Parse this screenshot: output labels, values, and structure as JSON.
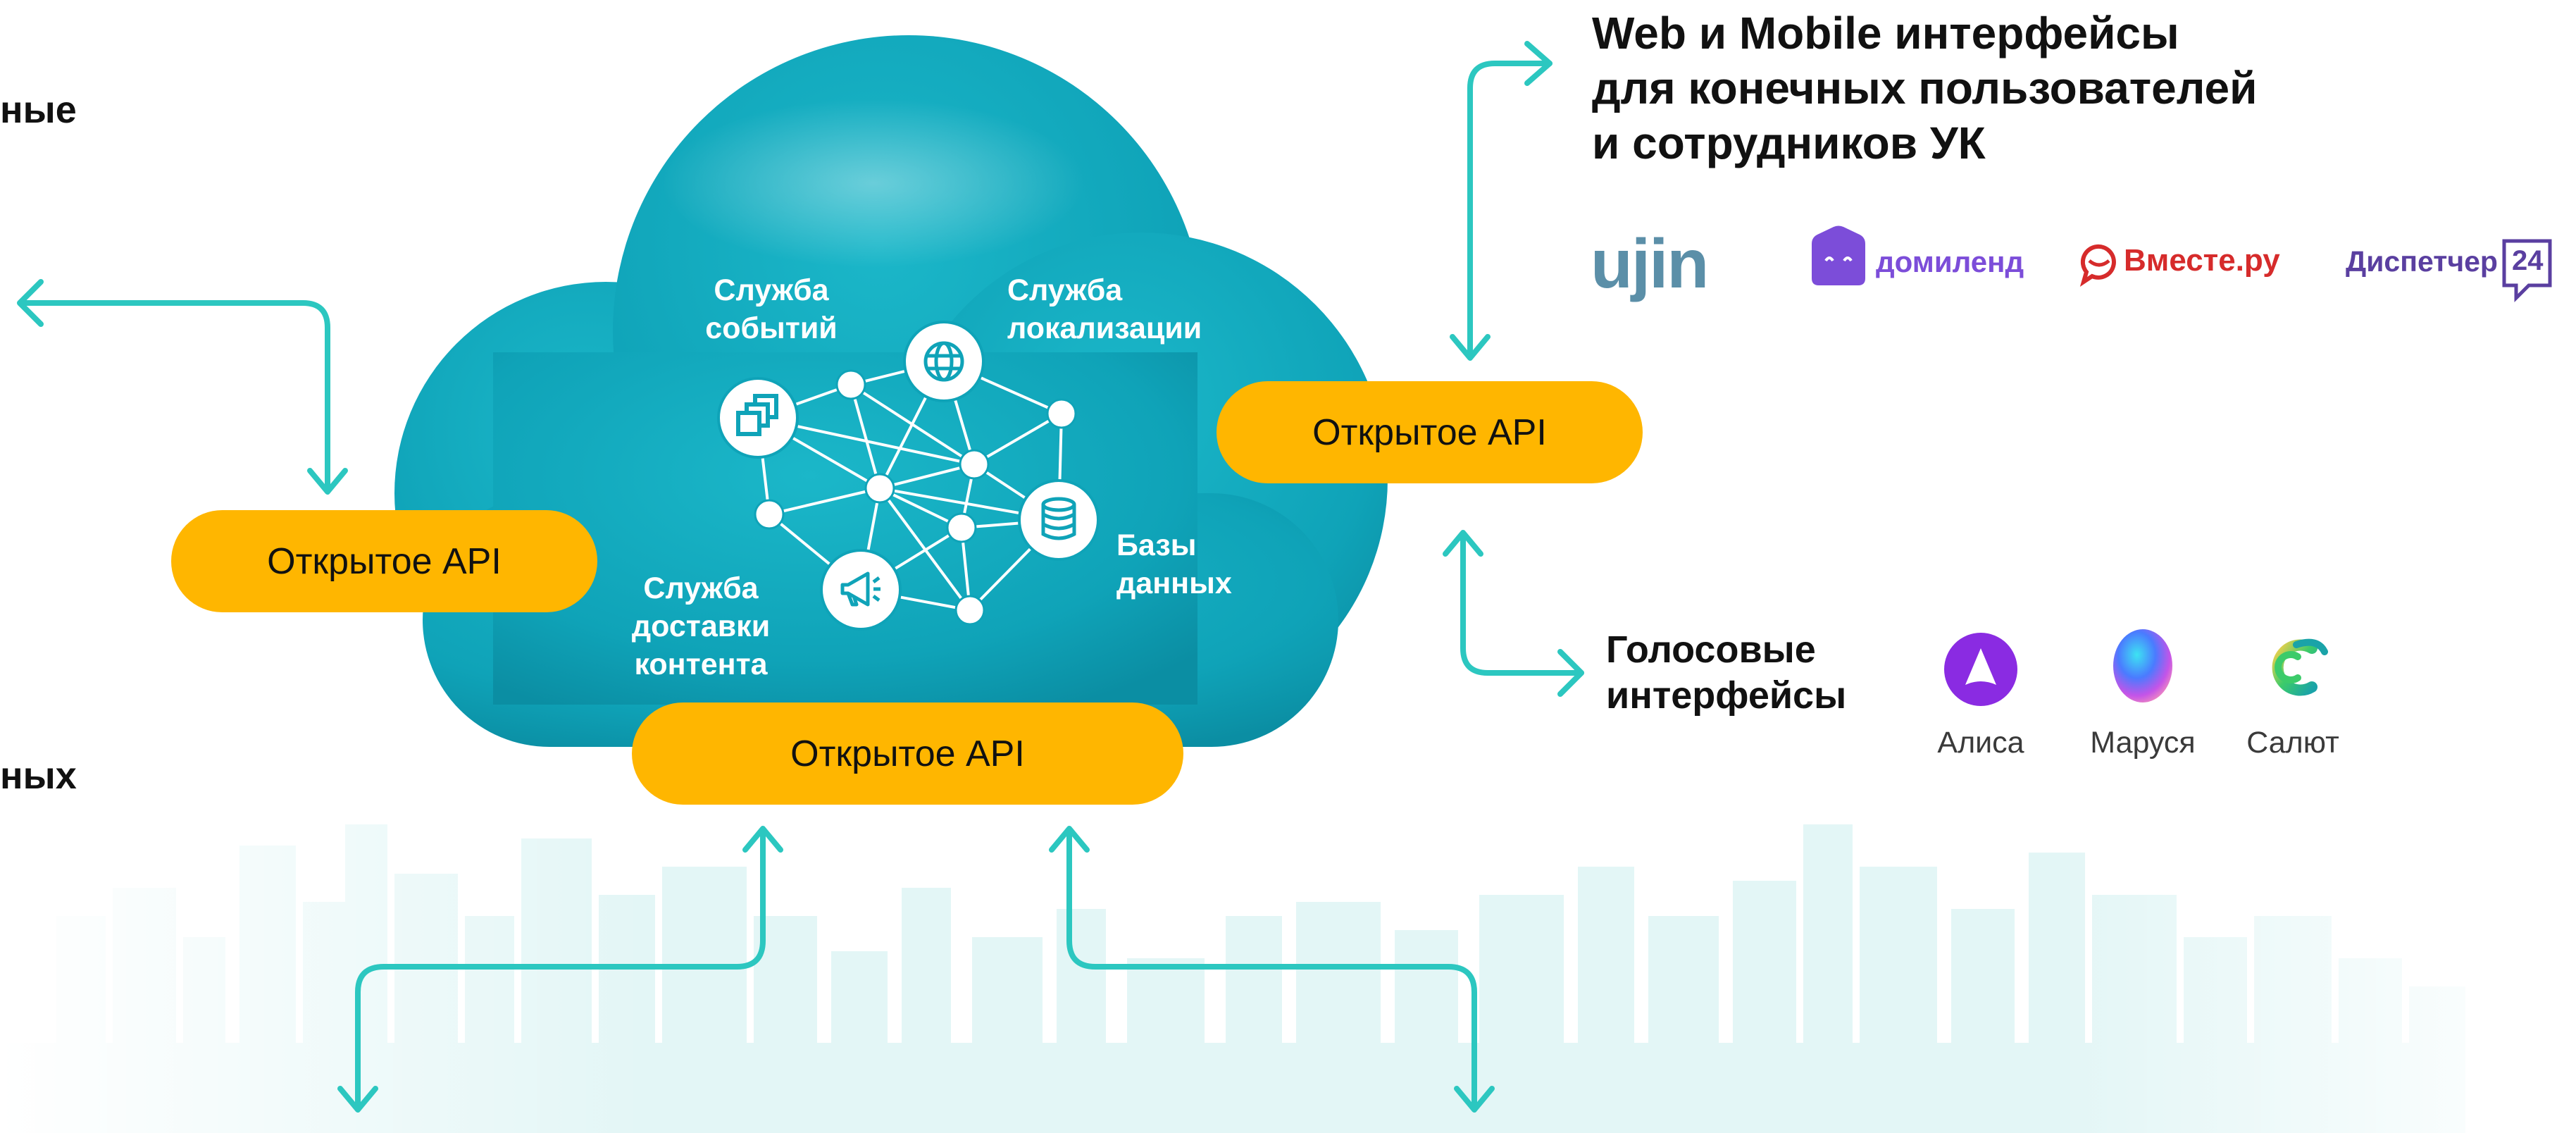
{
  "left_texts": {
    "top_fragment": "ные",
    "bottom_fragment": "ных"
  },
  "cloud": {
    "services": [
      {
        "id": "events",
        "label_lines": [
          "Служба",
          "событий"
        ],
        "icon": "copy-icon"
      },
      {
        "id": "localization",
        "label_lines": [
          "Служба",
          "локализации"
        ],
        "icon": "globe-icon"
      },
      {
        "id": "databases",
        "label_lines": [
          "Базы",
          "данных"
        ],
        "icon": "database-icon"
      },
      {
        "id": "delivery",
        "label_lines": [
          "Служба",
          "доставки",
          "контента"
        ],
        "icon": "megaphone-icon"
      }
    ]
  },
  "api": {
    "left": "Открытое API",
    "bottom": "Открытое API",
    "right": "Открытое API"
  },
  "web_mobile": {
    "title_lines": [
      "Web и Mobile интерфейсы",
      "для конечных пользователей",
      "и сотрудников УК"
    ]
  },
  "logos": {
    "ujin": "ujin",
    "domilend": "домиленд",
    "vmeste": "Вместе.ру",
    "dispatcher": "Диспетчер",
    "dispatcher_badge": "24"
  },
  "voice": {
    "title_lines": [
      "Голосовые",
      "интерфейсы"
    ],
    "assistants": [
      {
        "name": "Алиса",
        "icon": "alice-icon"
      },
      {
        "name": "Маруся",
        "icon": "marusya-icon"
      },
      {
        "name": "Салют",
        "icon": "salut-icon"
      }
    ]
  },
  "colors": {
    "cloud": "#0FA3B8",
    "api": "#FFB600",
    "arrow": "#2CC7C0",
    "skyline": "#E6F7F7",
    "ujin": "#5B8FA8",
    "domilend": "#7C4DD9",
    "vmeste": "#D62B2B",
    "dispatcher": "#5A3FA0"
  }
}
